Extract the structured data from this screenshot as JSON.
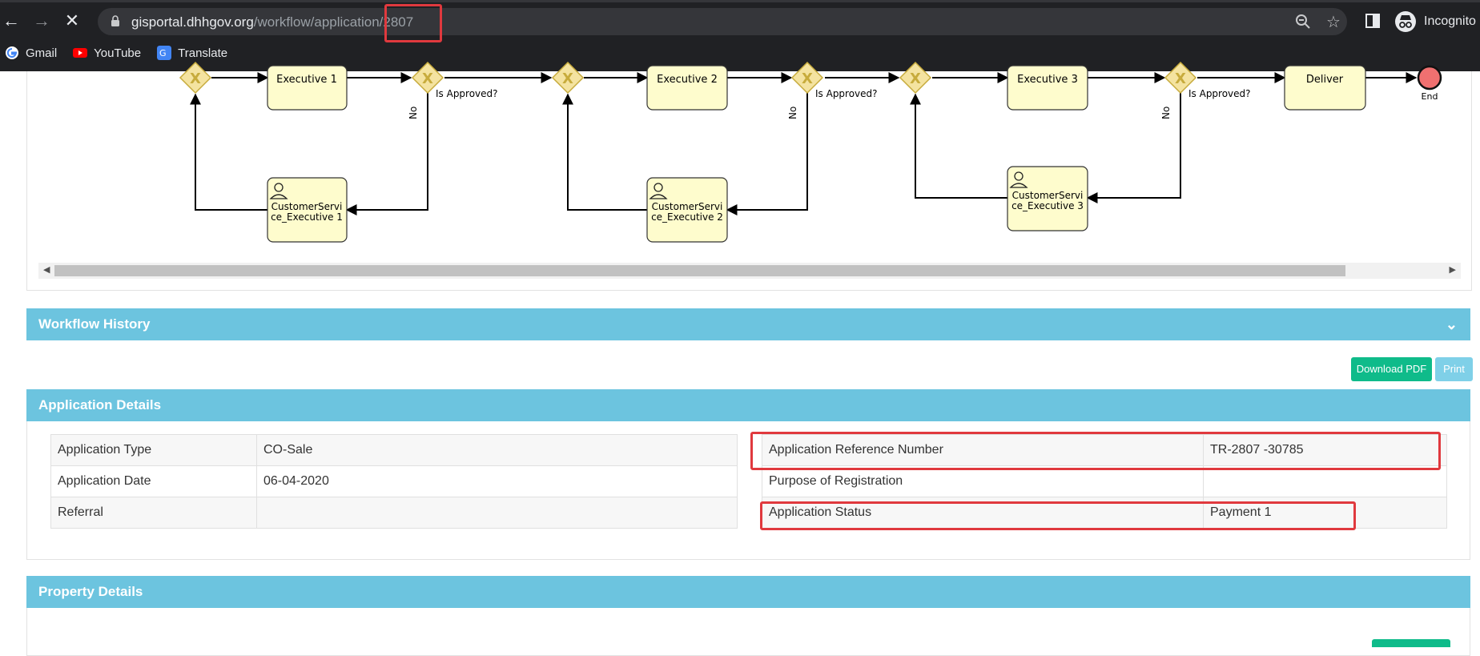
{
  "browser": {
    "url_host": "gisportal.dhhgov.org",
    "url_path": "/workflow/application/",
    "url_id": "2807",
    "profile_label": "Incognito",
    "bookmarks": [
      {
        "label": "Gmail",
        "icon": "google-icon"
      },
      {
        "label": "YouTube",
        "icon": "youtube-icon"
      },
      {
        "label": "Translate",
        "icon": "translate-icon"
      }
    ]
  },
  "workflow": {
    "tasks": [
      "Executive 1",
      "Executive 2",
      "Executive 3",
      "Deliver"
    ],
    "loop_tasks": [
      [
        "CustomerServi",
        "ce_Executive 1"
      ],
      [
        "CustomerServi",
        "ce_Executive 2"
      ],
      [
        "CustomerServi",
        "ce_Executive 3"
      ]
    ],
    "approval_label": "Is Approved?",
    "no_label": "No",
    "end_label": "End"
  },
  "workflow_history": {
    "title": "Workflow History"
  },
  "actions": {
    "download_pdf": "Download PDF",
    "print": "Print"
  },
  "application_details": {
    "title": "Application Details",
    "left": [
      {
        "label": "Application Type",
        "value": "CO-Sale"
      },
      {
        "label": "Application Date",
        "value": "06-04-2020"
      },
      {
        "label": "Referral",
        "value": ""
      }
    ],
    "right": [
      {
        "label": "Application Reference Number",
        "value": "TR-2807 -30785"
      },
      {
        "label": "Purpose of Registration",
        "value": ""
      },
      {
        "label": "Application Status",
        "value": "Payment 1"
      }
    ]
  },
  "property_details": {
    "title": "Property Details"
  },
  "colors": {
    "section_header": "#6cc4df",
    "download_button": "#0fbb8a",
    "print_button": "#7fd0e8",
    "highlight": "#e0393e"
  }
}
